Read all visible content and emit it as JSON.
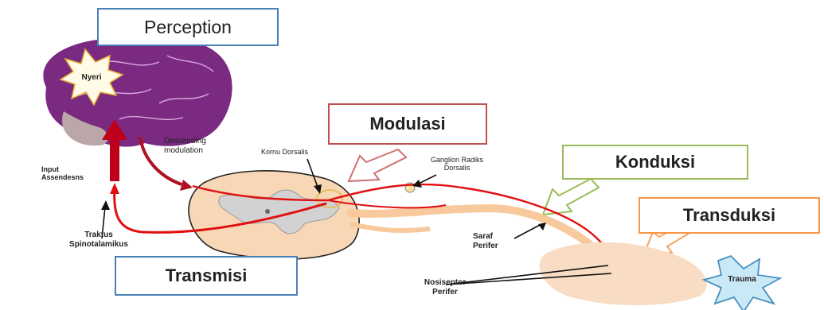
{
  "stages": {
    "perception": "Perception",
    "modulasi": "Modulasi",
    "konduksi": "Konduksi",
    "transduksi": "Transduksi",
    "transmisi": "Transmisi"
  },
  "labels": {
    "nyeri": "Nyeri",
    "descending": "Descending modulation",
    "kornu": "Kornu Dorsalis",
    "ganglion": "Ganglion Radiks Dorsalis",
    "input": "Input Assendesns",
    "traktus": "Traktus Spinotalamikus",
    "saraf": "Saraf Perifer",
    "nosiseptor": "Nosiseptor Perifer",
    "trauma": "Trauma"
  },
  "colors": {
    "perception_border": "#4a7fb8",
    "modulasi_border": "#c0504d",
    "konduksi_border": "#9bbb59",
    "transduksi_border": "#f79646",
    "transmisi_border": "#4a7fb8",
    "brain": "#7a2a80",
    "nerve": "#e01010",
    "spinal": "#f7d9b8"
  }
}
